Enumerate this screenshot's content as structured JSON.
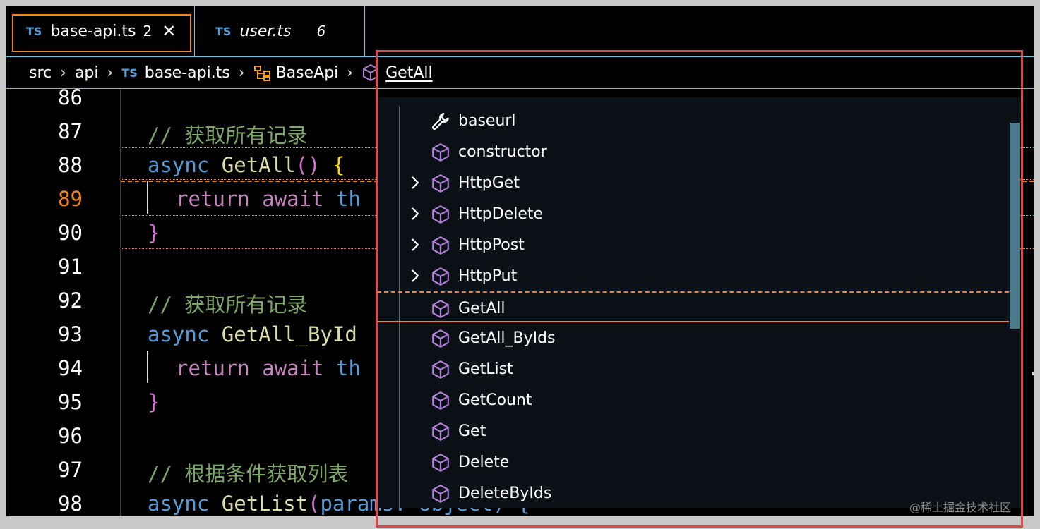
{
  "tabs": [
    {
      "lang": "TS",
      "name": "base-api.ts",
      "count": "2",
      "close": "✕"
    },
    {
      "lang": "TS",
      "name": "user.ts",
      "count": "6"
    }
  ],
  "breadcrumb": {
    "items": [
      "src",
      "api",
      "base-api.ts",
      "BaseApi",
      "GetAll"
    ],
    "lang": "TS",
    "separator": "›"
  },
  "editor": {
    "line_numbers": [
      "86",
      "87",
      "88",
      "89",
      "90",
      "91",
      "92",
      "93",
      "94",
      "95",
      "96",
      "97",
      "98"
    ],
    "active_line": "89",
    "lines": {
      "l87": {
        "comment": "// 获取所有记录"
      },
      "l88": {
        "kw": "async",
        "fn": "GetAll",
        "paren": "()",
        "brace": "{"
      },
      "l89": {
        "ret": "return await",
        "rest": "th"
      },
      "l90": {
        "brace": "}"
      },
      "l92": {
        "comment": "// 获取所有记录"
      },
      "l93": {
        "kw": "async",
        "fn": "GetAll_ById"
      },
      "l94": {
        "ret": "return await",
        "rest": "th",
        "tail": "."
      },
      "l95": {
        "brace": "}"
      },
      "l97": {
        "comment": "// 根据条件获取列表"
      },
      "l98": {
        "kw": "async",
        "fn": "GetList",
        "paren": "(",
        "rest": "params: object) {"
      }
    }
  },
  "outline": {
    "items": [
      {
        "label": "baseurl",
        "icon": "wrench-icon",
        "expandable": false
      },
      {
        "label": "constructor",
        "icon": "cube-icon",
        "expandable": false
      },
      {
        "label": "HttpGet",
        "icon": "cube-icon",
        "expandable": true
      },
      {
        "label": "HttpDelete",
        "icon": "cube-icon",
        "expandable": true
      },
      {
        "label": "HttpPost",
        "icon": "cube-icon",
        "expandable": true
      },
      {
        "label": "HttpPut",
        "icon": "cube-icon",
        "expandable": true
      },
      {
        "label": "GetAll",
        "icon": "cube-icon",
        "expandable": false,
        "selected": true
      },
      {
        "label": "GetAll_ByIds",
        "icon": "cube-icon",
        "expandable": false
      },
      {
        "label": "GetList",
        "icon": "cube-icon",
        "expandable": false
      },
      {
        "label": "GetCount",
        "icon": "cube-icon",
        "expandable": false
      },
      {
        "label": "Get",
        "icon": "cube-icon",
        "expandable": false
      },
      {
        "label": "Delete",
        "icon": "cube-icon",
        "expandable": false
      },
      {
        "label": "DeleteByIds",
        "icon": "cube-icon",
        "expandable": false
      }
    ]
  },
  "watermark": "@稀土掘金技术社区",
  "colors": {
    "accent": "#f38518",
    "highlight_box": "#e8454a",
    "ts": "#569cd6",
    "method_icon": "#b180d7"
  }
}
